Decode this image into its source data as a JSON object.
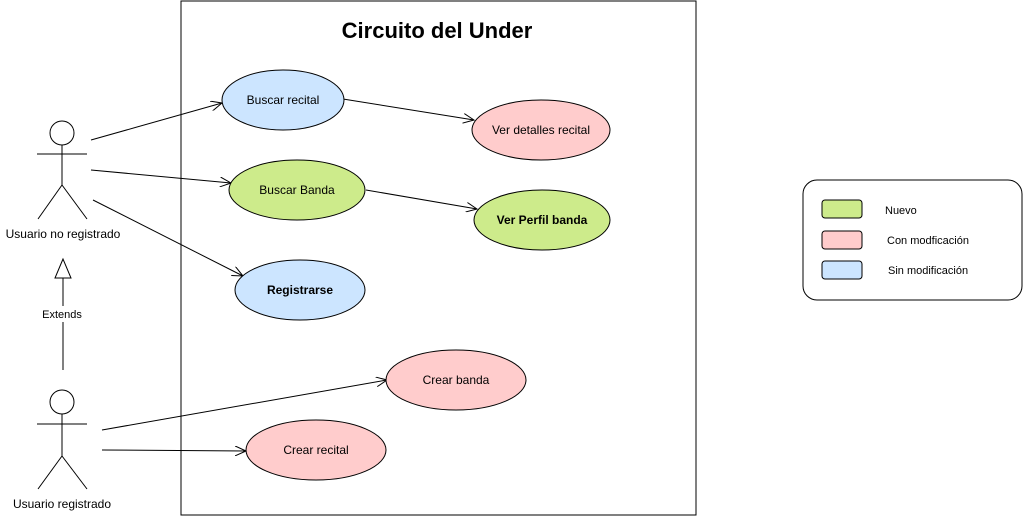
{
  "system": {
    "title": "Circuito del Under"
  },
  "actors": {
    "unregistered": {
      "label": "Usuario no registrado"
    },
    "registered": {
      "label": "Usuario registrado"
    }
  },
  "generalization": {
    "label": "Extends"
  },
  "use_cases": {
    "buscar_recital": {
      "label": "Buscar recital",
      "status": "sin_modificacion"
    },
    "ver_detalles_recital": {
      "label": "Ver detalles recital",
      "status": "con_modificacion"
    },
    "buscar_banda": {
      "label": "Buscar Banda",
      "status": "nuevo"
    },
    "ver_perfil_banda": {
      "label": "Ver Perfil banda",
      "status": "nuevo"
    },
    "registrarse": {
      "label": "Registrarse",
      "status": "sin_modificacion"
    },
    "crear_banda": {
      "label": "Crear banda",
      "status": "con_modificacion"
    },
    "crear_recital": {
      "label": "Crear recital",
      "status": "con_modificacion"
    }
  },
  "legend": {
    "items": [
      {
        "label": "Nuevo",
        "color": "#cdeb8b"
      },
      {
        "label": "Con modficación",
        "color": "#ffcccc"
      },
      {
        "label": "Sin modificación",
        "color": "#cce5ff"
      }
    ]
  },
  "colors": {
    "nuevo": "#cdeb8b",
    "con_modificacion": "#ffcccc",
    "sin_modificacion": "#cce5ff",
    "stroke": "#000000"
  }
}
